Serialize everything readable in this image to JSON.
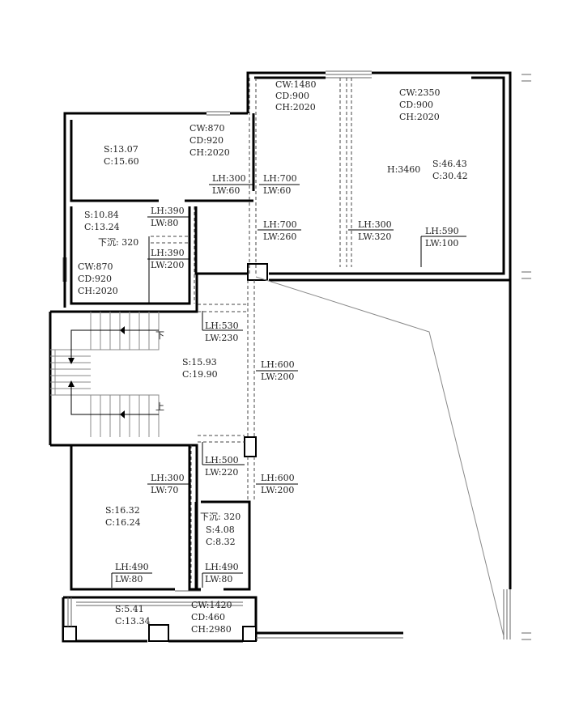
{
  "labels": [
    {
      "key": "top_cw",
      "lines": [
        "CW:1480",
        "CD:900",
        "CH:2020"
      ]
    },
    {
      "key": "top_right_cw",
      "lines": [
        "CW:2350",
        "CD:900",
        "CH:2020"
      ]
    },
    {
      "key": "room_a_sc",
      "lines": [
        "S:13.07",
        "C:15.60"
      ]
    },
    {
      "key": "room_a_cw",
      "lines": [
        "CW:870",
        "CD:920",
        "CH:2020"
      ]
    },
    {
      "key": "big_h",
      "lines": [
        "H:3460"
      ]
    },
    {
      "key": "big_sc",
      "lines": [
        "S:46.43",
        "C:30.42"
      ]
    },
    {
      "key": "lh300_lw60",
      "lines": [
        "LH:300",
        "LW:60"
      ]
    },
    {
      "key": "lh700_lw60",
      "lines": [
        "LH:700",
        "LW:60"
      ]
    },
    {
      "key": "room_b_sc",
      "lines": [
        "S:10.84",
        "C:13.24"
      ]
    },
    {
      "key": "lh390_lw80",
      "lines": [
        "LH:390",
        "LW:80"
      ]
    },
    {
      "key": "lh700_lw260",
      "lines": [
        "LH:700",
        "LW:260"
      ]
    },
    {
      "key": "lh300_lw320",
      "lines": [
        "LH:300",
        "LW:320"
      ]
    },
    {
      "key": "lh590_lw100",
      "lines": [
        "LH:590",
        "LW:100"
      ]
    },
    {
      "key": "sink_a",
      "lines": [
        "下沉: 320"
      ]
    },
    {
      "key": "lh390_lw200",
      "lines": [
        "LH:390",
        "LW:200"
      ]
    },
    {
      "key": "room_b_cw",
      "lines": [
        "CW:870",
        "CD:920",
        "CH:2020"
      ]
    },
    {
      "key": "lh530_lw230",
      "lines": [
        "LH:530",
        "LW:230"
      ]
    },
    {
      "key": "stair_down",
      "lines": [
        "下"
      ]
    },
    {
      "key": "hall_sc",
      "lines": [
        "S:15.93",
        "C:19.90"
      ]
    },
    {
      "key": "lh600_lw200_a",
      "lines": [
        "LH:600",
        "LW:200"
      ]
    },
    {
      "key": "stair_up",
      "lines": [
        "上"
      ]
    },
    {
      "key": "lh500_lw220",
      "lines": [
        "LH:500",
        "LW:220"
      ]
    },
    {
      "key": "lh300_lw70",
      "lines": [
        "LH:300",
        "LW:70"
      ]
    },
    {
      "key": "lh600_lw200_b",
      "lines": [
        "LH:600",
        "LW:200"
      ]
    },
    {
      "key": "sink_b",
      "lines": [
        "下沉: 320"
      ]
    },
    {
      "key": "room_c_sc",
      "lines": [
        "S:16.32",
        "C:16.24"
      ]
    },
    {
      "key": "room_d_sc",
      "lines": [
        "S:4.08",
        "C:8.32"
      ]
    },
    {
      "key": "lh490_lw80_a",
      "lines": [
        "LH:490",
        "LW:80"
      ]
    },
    {
      "key": "lh490_lw80_b",
      "lines": [
        "LH:490",
        "LW:80"
      ]
    },
    {
      "key": "balcony_sc",
      "lines": [
        "S:5.41",
        "C:13.34"
      ]
    },
    {
      "key": "bottom_cw",
      "lines": [
        "CW:1420",
        "CD:460",
        "CH:2980"
      ]
    }
  ]
}
